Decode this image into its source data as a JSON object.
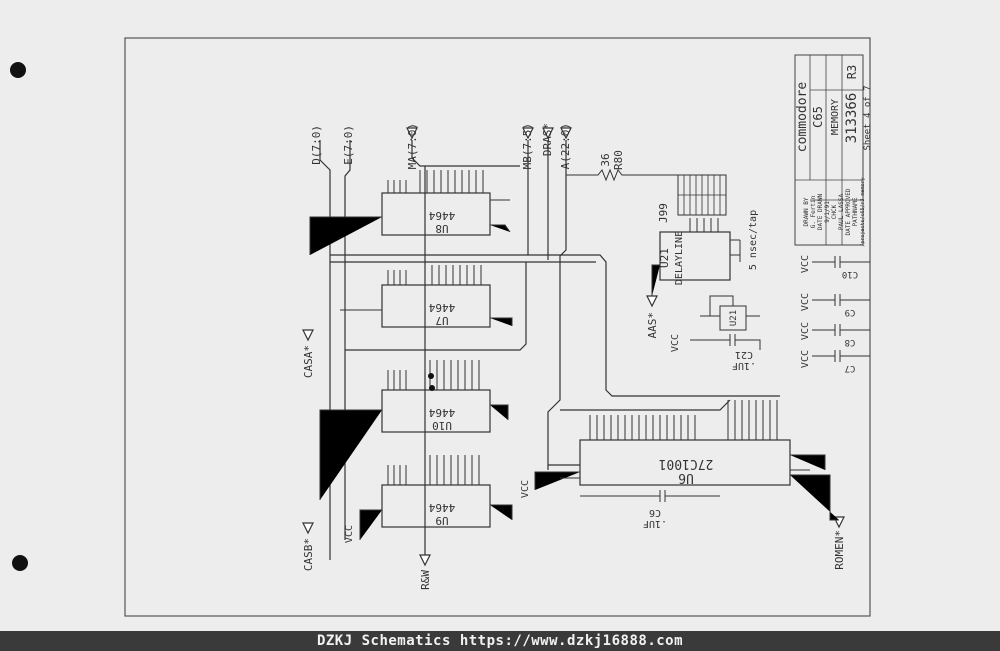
{
  "signals": {
    "d_bus": "D(7:0)",
    "e_bus": "E(7:0)",
    "ma_bus": "MA(7:0)",
    "mb_bus": "MB(7:5)",
    "dras": "DRAS*",
    "a_bus": "A(22:0)",
    "cas_a": "CASA*",
    "cas_b": "CASB*",
    "rw": "R&W",
    "aas": "AAS*",
    "romen": "ROMEN*",
    "vcc": "VCC"
  },
  "components": {
    "dram_part": "4464",
    "u8": "U8",
    "u7": "U7",
    "u10": "U10",
    "u9": "U9",
    "rom_part": "27C1001",
    "u6": "U6",
    "delay_part": "DELAYLINE",
    "u21": "U21",
    "delay_spec": "5 nsec/tap",
    "jumper": "J99",
    "resistor_ref": "R80",
    "resistor_value": "36",
    "cap_c6": "C6",
    "cap_c21": "C21",
    "cap_c7": "C7",
    "cap_c8": "C8",
    "cap_c9": "C9",
    "cap_c10": "C10",
    "cap_value": ".1UF"
  },
  "title_block": {
    "company": "commodore",
    "product": "C65",
    "sheet_title": "MEMORY",
    "drawn_by_label": "DRAWN BY",
    "drawn_by": "G. Fertin",
    "date_drawn_label": "DATE DRAWN",
    "date_drawn": "9/1/91",
    "checked_label": "CHCK",
    "checked_by": "PAUL LASSA",
    "approved_label": "DATE APPROVED",
    "pathname_label": "PATHNAME",
    "pathname": "/projects/c65/r3 memory",
    "part_number": "313366",
    "revision": "R3",
    "sheet": "Sheet 4 of 7"
  },
  "footer": {
    "text": "DZKJ Schematics https://www.dzkj16888.com"
  }
}
